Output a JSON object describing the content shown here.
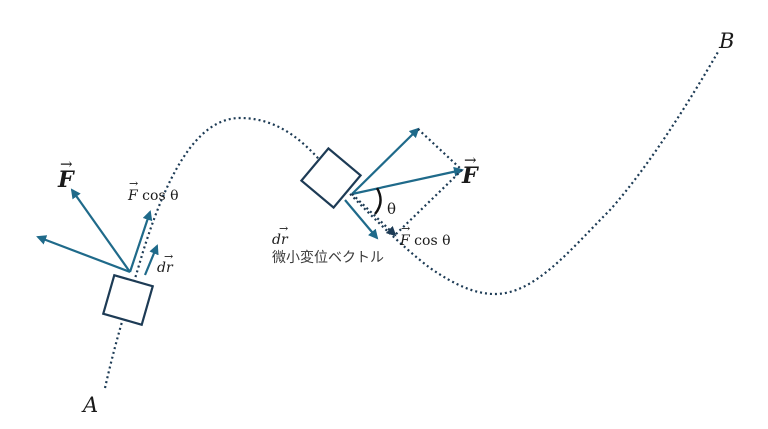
{
  "labels": {
    "point_a": "A",
    "point_b": "B",
    "force_left": "F",
    "force_right": "F",
    "fcos_left_f": "F",
    "fcos_left_rest": " cos θ",
    "fcos_right_f": "F",
    "fcos_right_rest": " cos θ",
    "dr_left": "dr",
    "dr_right": "dr",
    "theta": "θ",
    "displacement_caption": "微小変位ベクトル",
    "vector_arrow": "→"
  },
  "colors": {
    "arrow": "#1f6a8a",
    "path": "#1d3b55",
    "box": "#1d3b55",
    "text": "#1a1a1a"
  }
}
